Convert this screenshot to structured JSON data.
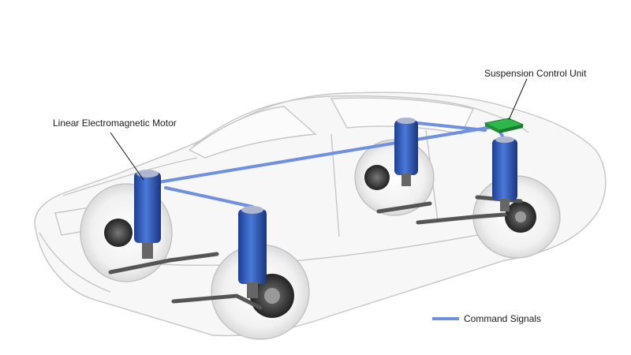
{
  "labels": {
    "motor": "Linear Electromagnetic Motor",
    "control_unit": "Suspension Control Unit"
  },
  "legend": {
    "command_signals": "Command Signals"
  },
  "colors": {
    "signal_line": "#6f8fe0",
    "shock_body": "#2d56b8",
    "control_unit": "#2fb84a",
    "car_outline": "#c8c8c8"
  }
}
